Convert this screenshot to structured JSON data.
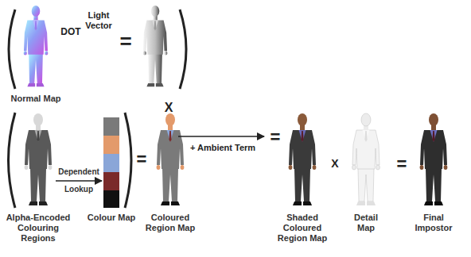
{
  "diagram": {
    "nodes": [
      {
        "text": [
          "Normal Map"
        ]
      },
      {
        "text": [
          "Alpha-Encoded Colouring Regions"
        ]
      },
      {
        "text": [
          "Colour Map"
        ]
      },
      {
        "text": [
          "Coloured Region Map"
        ]
      },
      {
        "text": [
          "Shaded Coloured Region Map"
        ]
      },
      {
        "text": [
          "Detail Map"
        ]
      },
      {
        "text": [
          "Final Impostor"
        ]
      }
    ],
    "edges": [
      {
        "from": 1,
        "to": 2,
        "label": "Dependent Lookup",
        "arrow": "to"
      }
    ],
    "labels": [
      "DOT",
      "Light Vector",
      "=",
      "X",
      "=",
      "+ Ambient Term",
      "=",
      "X",
      "="
    ]
  }
}
